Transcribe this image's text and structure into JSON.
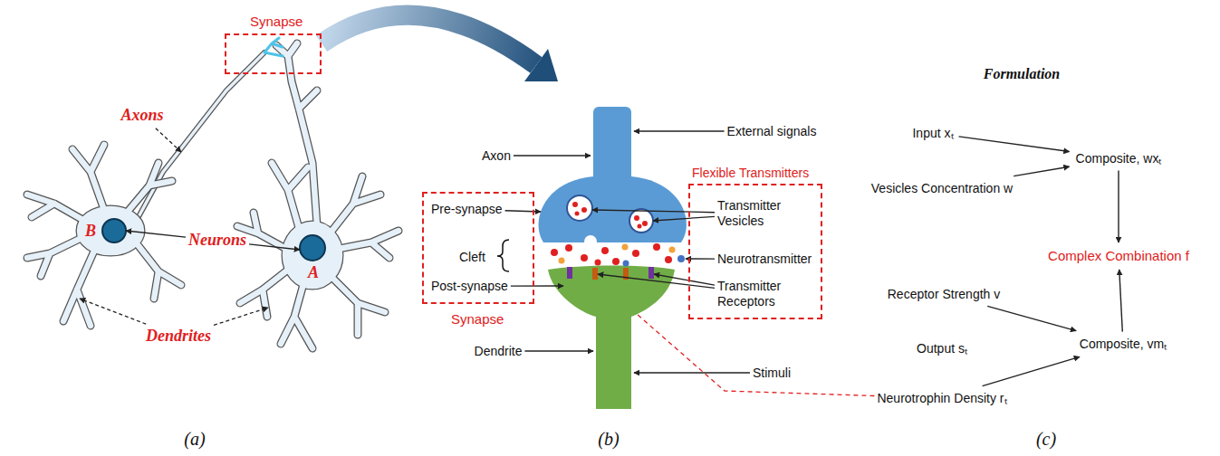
{
  "diagram": {
    "nodes": [
      {
        "text": [
          "Synapse"
        ]
      },
      {
        "text": [
          "Pre-synapse",
          "Cleft",
          "Post-synapse",
          "Synapse"
        ]
      },
      {
        "text": [
          "Flexible Transmitters",
          "Transmitter Vesicles",
          "Neurotransmitter",
          "Transmitter Receptors"
        ]
      },
      {
        "text": [
          "Input xₜ"
        ]
      },
      {
        "text": [
          "Vesicles Concentration w"
        ]
      },
      {
        "text": [
          "Composite, wxₜ"
        ]
      },
      {
        "text": [
          "Complex Combination f"
        ]
      },
      {
        "text": [
          "Receptor Strength v"
        ]
      },
      {
        "text": [
          "Output sₜ"
        ]
      },
      {
        "text": [
          "Composite, vmₜ"
        ]
      },
      {
        "text": [
          "Neurotrophin Density rₜ"
        ]
      }
    ],
    "edges": [
      {
        "from": 3,
        "to": 5,
        "arrow": "to"
      },
      {
        "from": 4,
        "to": 5,
        "arrow": "to"
      },
      {
        "from": 5,
        "to": 6,
        "arrow": "to"
      },
      {
        "from": 7,
        "to": 9,
        "arrow": "to"
      },
      {
        "from": 10,
        "to": 9,
        "arrow": "to"
      },
      {
        "from": 9,
        "to": 6,
        "arrow": "to"
      }
    ],
    "labels": [
      "Axons",
      "Neurons",
      "Dendrites",
      "B",
      "A",
      "(a)",
      "Axon",
      "External signals",
      "Dendrite",
      "Stimuli",
      "(b)",
      "Formulation",
      "(c)"
    ]
  }
}
